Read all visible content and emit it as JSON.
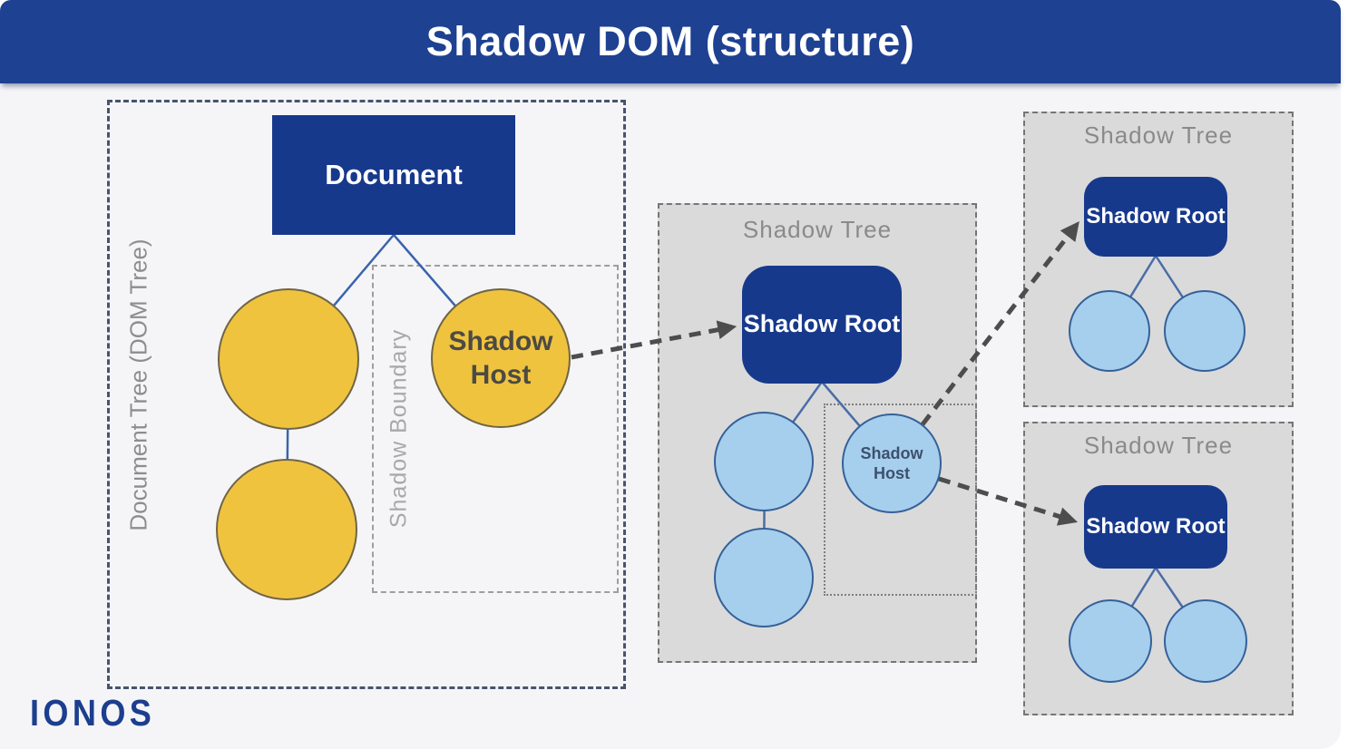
{
  "header": {
    "title": "Shadow DOM (structure)"
  },
  "branding": {
    "logo_text": "IONOS"
  },
  "document_tree": {
    "frame_label": "Document Tree (DOM Tree)",
    "document_node_label": "Document",
    "shadow_host_label": "Shadow Host",
    "shadow_boundary_label": "Shadow Boundary"
  },
  "shadow_trees": {
    "main": {
      "title": "Shadow Tree",
      "shadow_root_label": "Shadow Root",
      "shadow_host_label": "Shadow Host"
    },
    "top_right": {
      "title": "Shadow Tree",
      "shadow_root_label": "Shadow Root"
    },
    "bottom_right": {
      "title": "Shadow Tree",
      "shadow_root_label": "Shadow Root"
    }
  },
  "colors": {
    "header_bar_blue": "#1E4191",
    "node_dark_blue": "#17398C",
    "document_node_yellow": "#F0C33F",
    "shadow_node_light_blue": "#A6CFEE",
    "tree_panel_gray": "#DADADA",
    "arrow_gray": "#4D4D4D",
    "logo_blue": "#1C3E8E"
  }
}
